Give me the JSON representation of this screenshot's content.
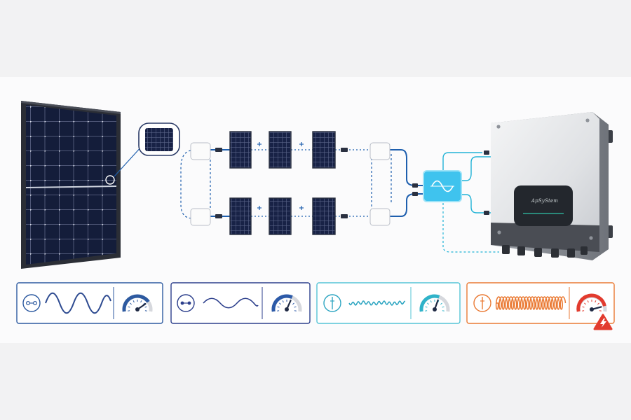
{
  "scene": {
    "background": "#f2f2f3",
    "stage_background": "#fbfbfc"
  },
  "colors": {
    "panel_cell": "#141d3a",
    "panel_frame": "#2b2e36",
    "wire_blue": "#1e5fae",
    "wire_cyan": "#22b3d6",
    "inverter_box": "#3fc3ee",
    "warning_orange": "#ea7a34",
    "warning_red": "#e23b2e"
  },
  "inverter": {
    "brand_text": "ApSyStem"
  },
  "icons": [
    "solar-panel",
    "magnifier-circle",
    "optimizer-junction-box",
    "string-panel",
    "inverter-sine-symbol",
    "string-inverter",
    "sine-wave",
    "gauge",
    "warning-lightning"
  ],
  "status_cards": [
    {
      "id": "card-1",
      "color": "#2d5aa0",
      "wave": "sine-large",
      "gauge_level": 0.78
    },
    {
      "id": "card-2",
      "color": "#2c3f8c",
      "wave": "sine-small",
      "gauge_level": 0.62
    },
    {
      "id": "card-3",
      "color": "#2fb3c9",
      "wave": "ripple",
      "gauge_level": 0.6
    },
    {
      "id": "card-4",
      "color": "#ea7a34",
      "wave": "coil",
      "gauge_level": 0.88,
      "warning": true
    }
  ]
}
